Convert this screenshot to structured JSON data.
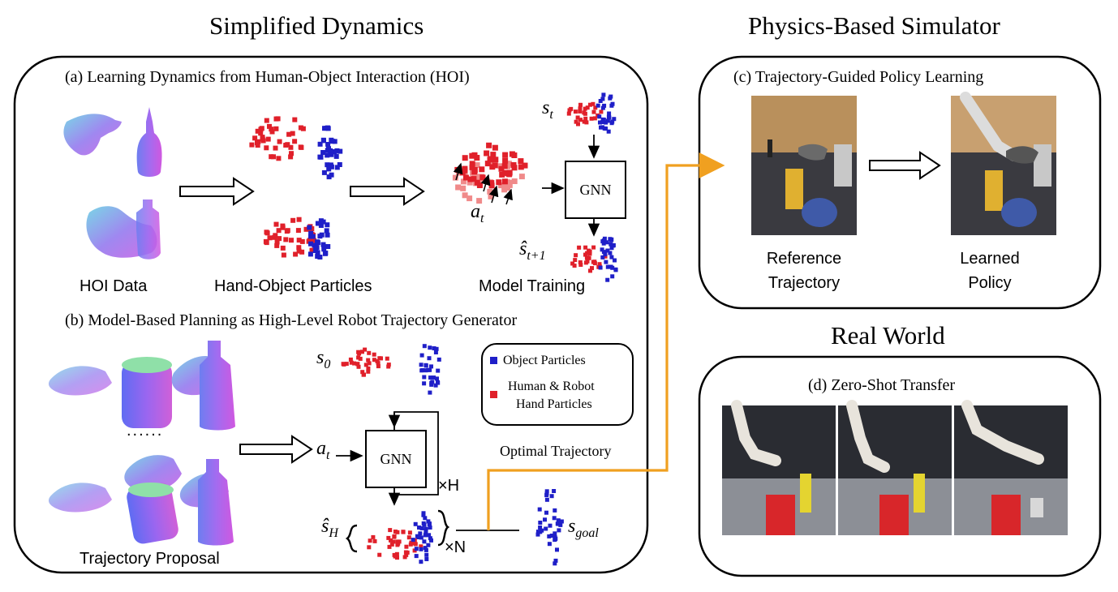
{
  "headings": {
    "simplified": "Simplified Dynamics",
    "physics": "Physics-Based Simulator",
    "real": "Real World"
  },
  "panel_a": {
    "title": "(a) Learning Dynamics from Human-Object Interaction (HOI)",
    "label_hoi": "HOI Data",
    "label_particles": "Hand-Object Particles",
    "label_training": "Model Training",
    "gnn": "GNN",
    "s_t": "s",
    "s_t_sub": "t",
    "a_t": "a",
    "a_t_sub": "t",
    "s_next": "ŝ",
    "s_next_sub": "t+1"
  },
  "panel_b": {
    "title": "(b) Model-Based Planning as High-Level Robot Trajectory Generator",
    "s0": "s",
    "s0_sub": "0",
    "a_t": "a",
    "a_t_sub": "t",
    "gnn": "GNN",
    "times_h": "×H",
    "times_n": "×N",
    "s_h": "ŝ",
    "s_h_sub": "H",
    "s_goal": "s",
    "s_goal_sub": "goal",
    "dots": "......",
    "label_proposal": "Trajectory Proposal",
    "optimal": "Optimal Trajectory",
    "legend_object": "Object Particles",
    "legend_hand_1": "Human & Robot",
    "legend_hand_2": "Hand Particles"
  },
  "panel_c": {
    "title": "(c) Trajectory-Guided Policy Learning",
    "ref_1": "Reference",
    "ref_2": "Trajectory",
    "pol_1": "Learned",
    "pol_2": "Policy"
  },
  "panel_d": {
    "title": "(d) Zero-Shot Transfer"
  },
  "colors": {
    "object_particle": "#1f1fc8",
    "hand_particle": "#e0202a",
    "hand_particle_light": "#f08a8a",
    "orange_path": "#f0a020"
  }
}
